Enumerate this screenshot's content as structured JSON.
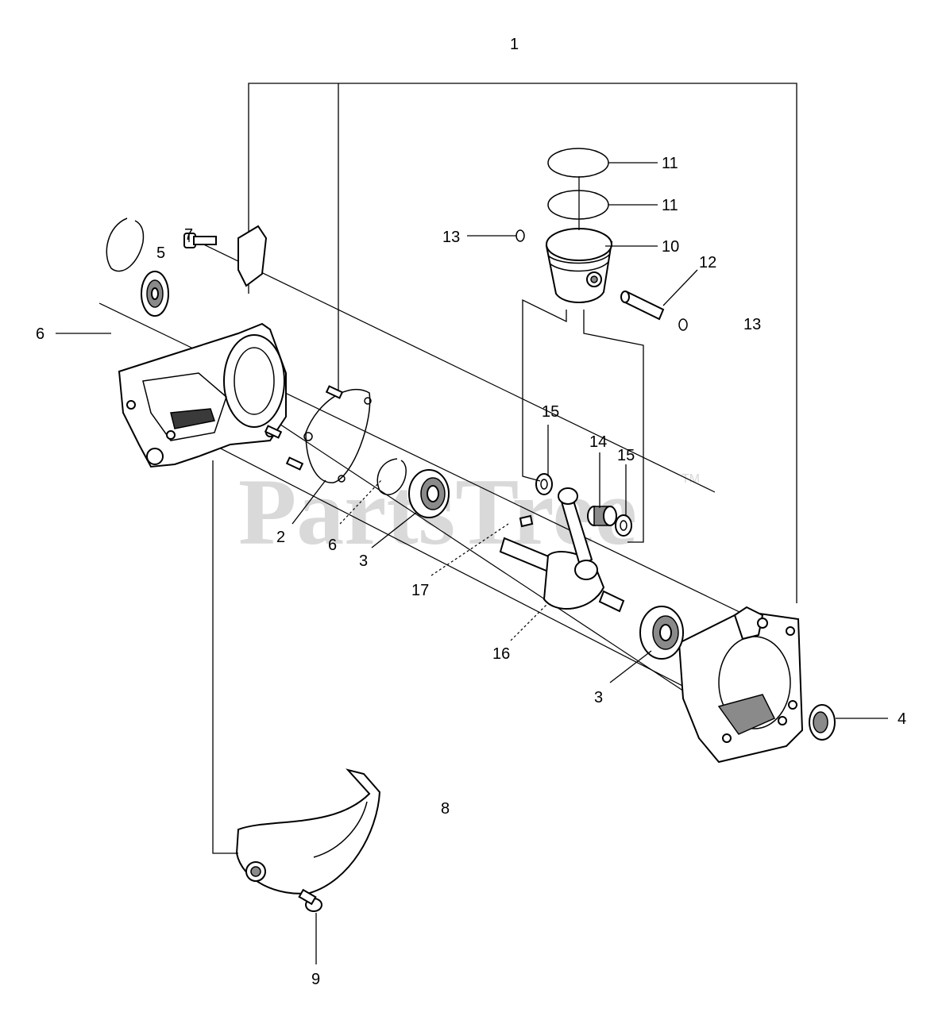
{
  "watermark": {
    "text": "PartsTree",
    "trademark": "TM"
  },
  "callouts": {
    "c1": "1",
    "c2": "2",
    "c3a": "3",
    "c3b": "3",
    "c4": "4",
    "c5": "5",
    "c6a": "6",
    "c6b": "6",
    "c7": "7",
    "c8": "8",
    "c9": "9",
    "c10": "10",
    "c11a": "11",
    "c11b": "11",
    "c12": "12",
    "c13a": "13",
    "c13b": "13",
    "c14": "14",
    "c15a": "15",
    "c15b": "15",
    "c16": "16",
    "c17": "17"
  }
}
